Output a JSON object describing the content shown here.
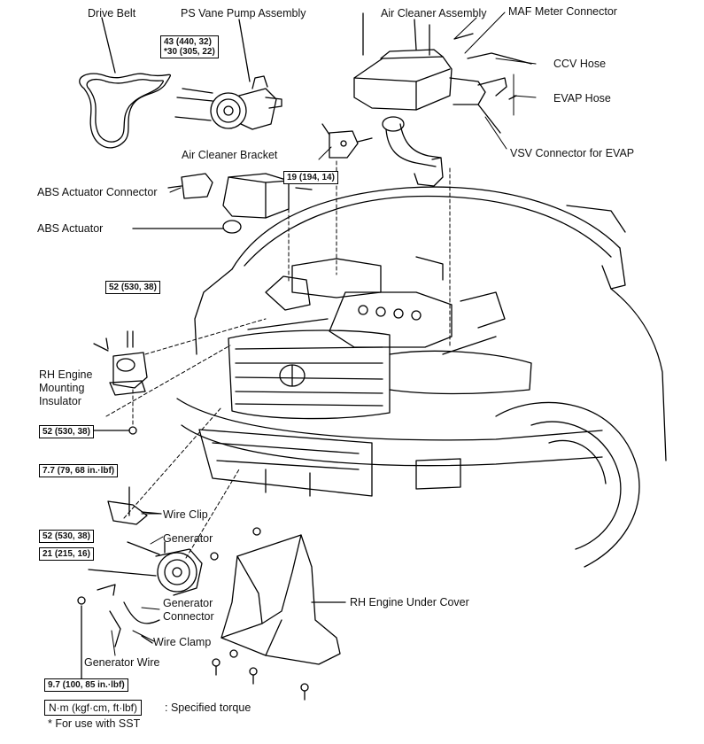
{
  "labels": {
    "drive_belt": "Drive Belt",
    "ps_vane_pump": "PS Vane Pump Assembly",
    "air_cleaner_assembly": "Air Cleaner Assembly",
    "maf_meter_connector": "MAF Meter Connector",
    "ccv_hose": "CCV Hose",
    "evap_hose": "EVAP Hose",
    "vsv_connector": "VSV Connector for EVAP",
    "air_cleaner_bracket": "Air Cleaner Bracket",
    "abs_actuator_connector": "ABS Actuator Connector",
    "abs_actuator": "ABS Actuator",
    "rh_engine_mounting_1": "RH Engine",
    "rh_engine_mounting_2": "Mounting",
    "rh_engine_mounting_3": "Insulator",
    "wire_clip": "Wire Clip",
    "generator": "Generator",
    "generator_connector_1": "Generator",
    "generator_connector_2": "Connector",
    "wire_clamp": "Wire Clamp",
    "generator_wire": "Generator Wire",
    "rh_engine_under_cover": "RH Engine Under Cover"
  },
  "torques": {
    "ps_pump_line1": "43 (440,  32)",
    "ps_pump_line2": "*30 (305, 22)",
    "bracket": "19 (194, 14)",
    "mount_top": "52 (530, 38)",
    "mount_bottom": "52 (530, 38)",
    "wire_clip_bolt": "7.7 (79, 68 in.·lbf)",
    "generator_upper": "52 (530, 38)",
    "generator_lower": "21 (215, 16)",
    "generator_wire_nut": "9.7 (100, 85 in.·lbf)"
  },
  "legend": {
    "unit_box": "N·m (kgf·cm, ft·lbf)",
    "unit_text": ": Specified torque",
    "sst_note": "* For use with SST"
  }
}
